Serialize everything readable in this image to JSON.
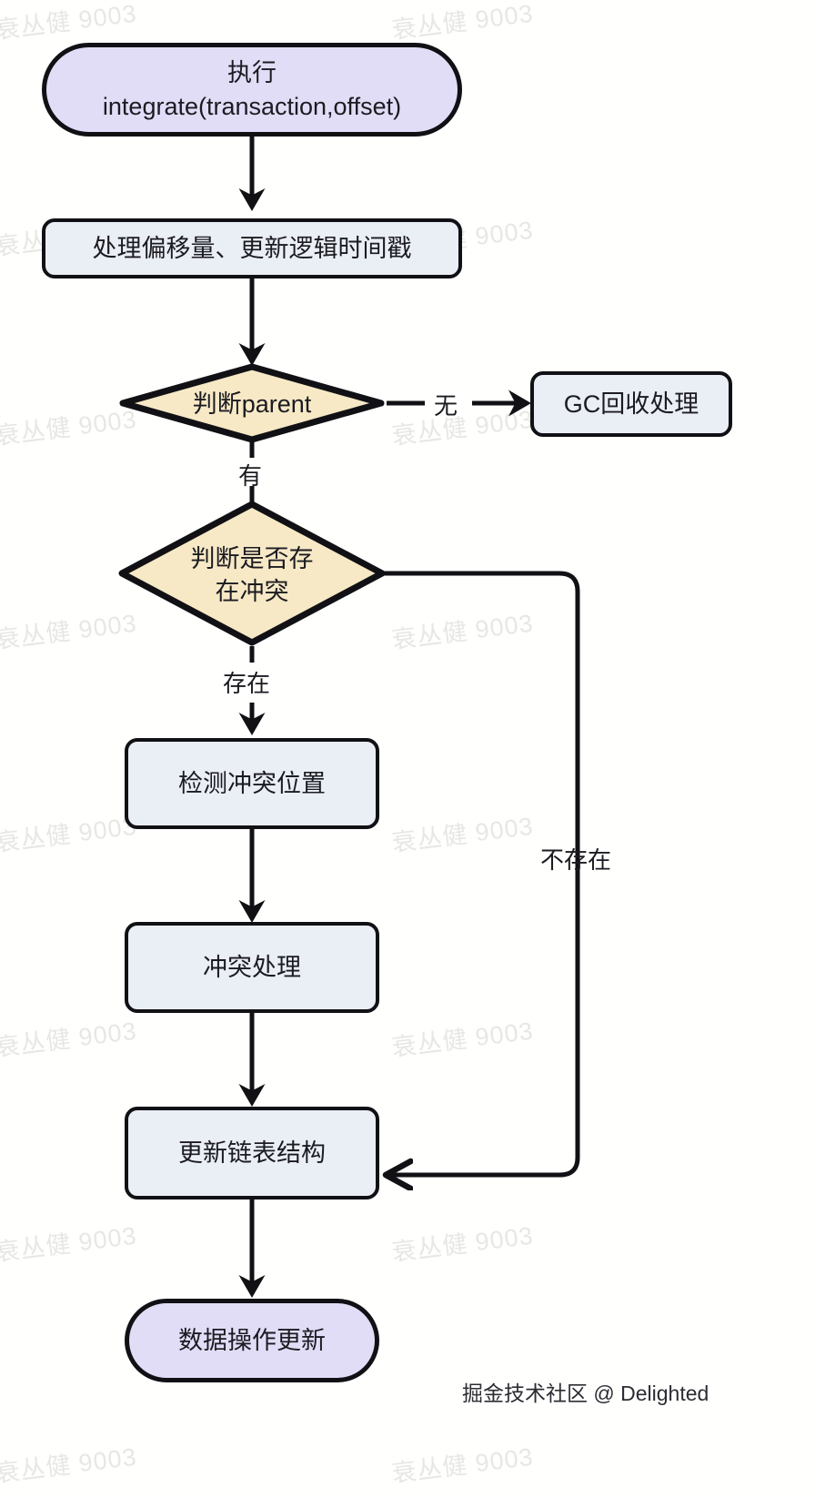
{
  "diagram": {
    "title": "integrate(transaction,offset) 流程图",
    "type": "flowchart",
    "colors": {
      "node_stroke": "#111115",
      "process_fill": "#eaeef5",
      "terminal_fill": "#e2ddf7",
      "decision_fill": "#f7e9c6",
      "text": "#1b1b21",
      "watermark": "#e7e7e4",
      "background": "#fffffe"
    },
    "nodes": [
      {
        "id": "start",
        "shape": "pill",
        "lines": [
          "执行",
          "integrate(transaction,offset)"
        ]
      },
      {
        "id": "offset",
        "shape": "rect",
        "lines": [
          "处理偏移量、更新逻辑时间戳"
        ]
      },
      {
        "id": "parent",
        "shape": "diamond",
        "lines": [
          "判断parent"
        ]
      },
      {
        "id": "gc",
        "shape": "rect",
        "lines": [
          "GC回收处理"
        ]
      },
      {
        "id": "conflict",
        "shape": "diamond",
        "lines": [
          "判断是否存",
          "在冲突"
        ]
      },
      {
        "id": "detect",
        "shape": "rect",
        "lines": [
          "检测冲突位置"
        ]
      },
      {
        "id": "handle",
        "shape": "rect",
        "lines": [
          "冲突处理"
        ]
      },
      {
        "id": "linklist",
        "shape": "rect",
        "lines": [
          "更新链表结构"
        ]
      },
      {
        "id": "dataupdate",
        "shape": "pill",
        "lines": [
          "数据操作更新"
        ]
      }
    ],
    "edges": [
      {
        "from": "start",
        "to": "offset",
        "label": "",
        "style": "solid"
      },
      {
        "from": "offset",
        "to": "parent",
        "label": "",
        "style": "solid"
      },
      {
        "from": "parent",
        "to": "gc",
        "label": "无",
        "style": "solid"
      },
      {
        "from": "parent",
        "to": "conflict",
        "label": "有",
        "style": "dashed"
      },
      {
        "from": "conflict",
        "to": "detect",
        "label": "存在",
        "style": "dashed"
      },
      {
        "from": "conflict",
        "to": "linklist",
        "label": "不存在",
        "style": "solid"
      },
      {
        "from": "detect",
        "to": "handle",
        "label": "",
        "style": "solid"
      },
      {
        "from": "handle",
        "to": "linklist",
        "label": "",
        "style": "solid"
      },
      {
        "from": "linklist",
        "to": "dataupdate",
        "label": "",
        "style": "solid"
      }
    ]
  },
  "labels": {
    "start_line1": "执行",
    "start_line2": "integrate(transaction,offset)",
    "offset": "处理偏移量、更新逻辑时间戳",
    "parent": "判断parent",
    "gc": "GC回收处理",
    "conflict_line1": "判断是否存",
    "conflict_line2": "在冲突",
    "detect": "检测冲突位置",
    "handle": "冲突处理",
    "linklist": "更新链表结构",
    "dataupdate": "数据操作更新",
    "edge_none": "无",
    "edge_has": "有",
    "edge_exists": "存在",
    "edge_not_exists": "不存在"
  },
  "watermark": {
    "text": "衰丛健 9003",
    "occurrences": 14
  },
  "attribution": {
    "text": "掘金技术社区 @ Delighted"
  }
}
